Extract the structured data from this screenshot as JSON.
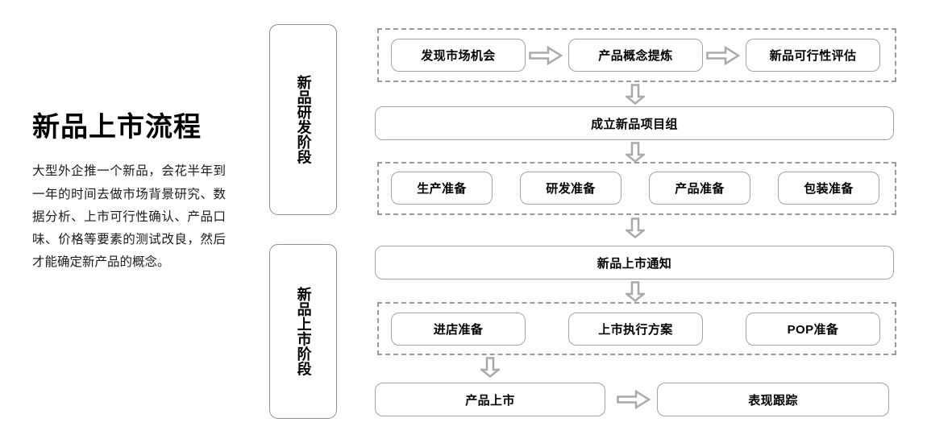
{
  "intro": {
    "title": "新品上市流程",
    "body": "大型外企推一个新品，会花半年到一年的时间去做市场背景研究、数据分析、上市可行性确认、产品口味、价格等要素的测试改良，然后才能确定新产品的概念。"
  },
  "stages": [
    {
      "label": "新品研发阶段"
    },
    {
      "label": "新品上市阶段"
    }
  ],
  "flow": {
    "row1": {
      "nodes": [
        {
          "label": "发现市场机会"
        },
        {
          "label": "产品概念提炼"
        },
        {
          "label": "新品可行性评估"
        }
      ]
    },
    "row2": {
      "label": "成立新品项目组"
    },
    "row3": {
      "nodes": [
        {
          "label": "生产准备"
        },
        {
          "label": "研发准备"
        },
        {
          "label": "产品准备"
        },
        {
          "label": "包装准备"
        }
      ]
    },
    "row4": {
      "label": "新品上市通知"
    },
    "row5": {
      "nodes": [
        {
          "label": "进店准备"
        },
        {
          "label": "上市执行方案"
        },
        {
          "label": "POP准备"
        }
      ]
    },
    "row6": {
      "nodes": [
        {
          "label": "产品上市"
        },
        {
          "label": "表现跟踪"
        }
      ]
    }
  },
  "colors": {
    "box_border": "#a3a3a3",
    "dashed_border": "#9a9a9a",
    "arrow_stroke": "#a9a9a9",
    "text": "#000000",
    "background": "#ffffff"
  }
}
